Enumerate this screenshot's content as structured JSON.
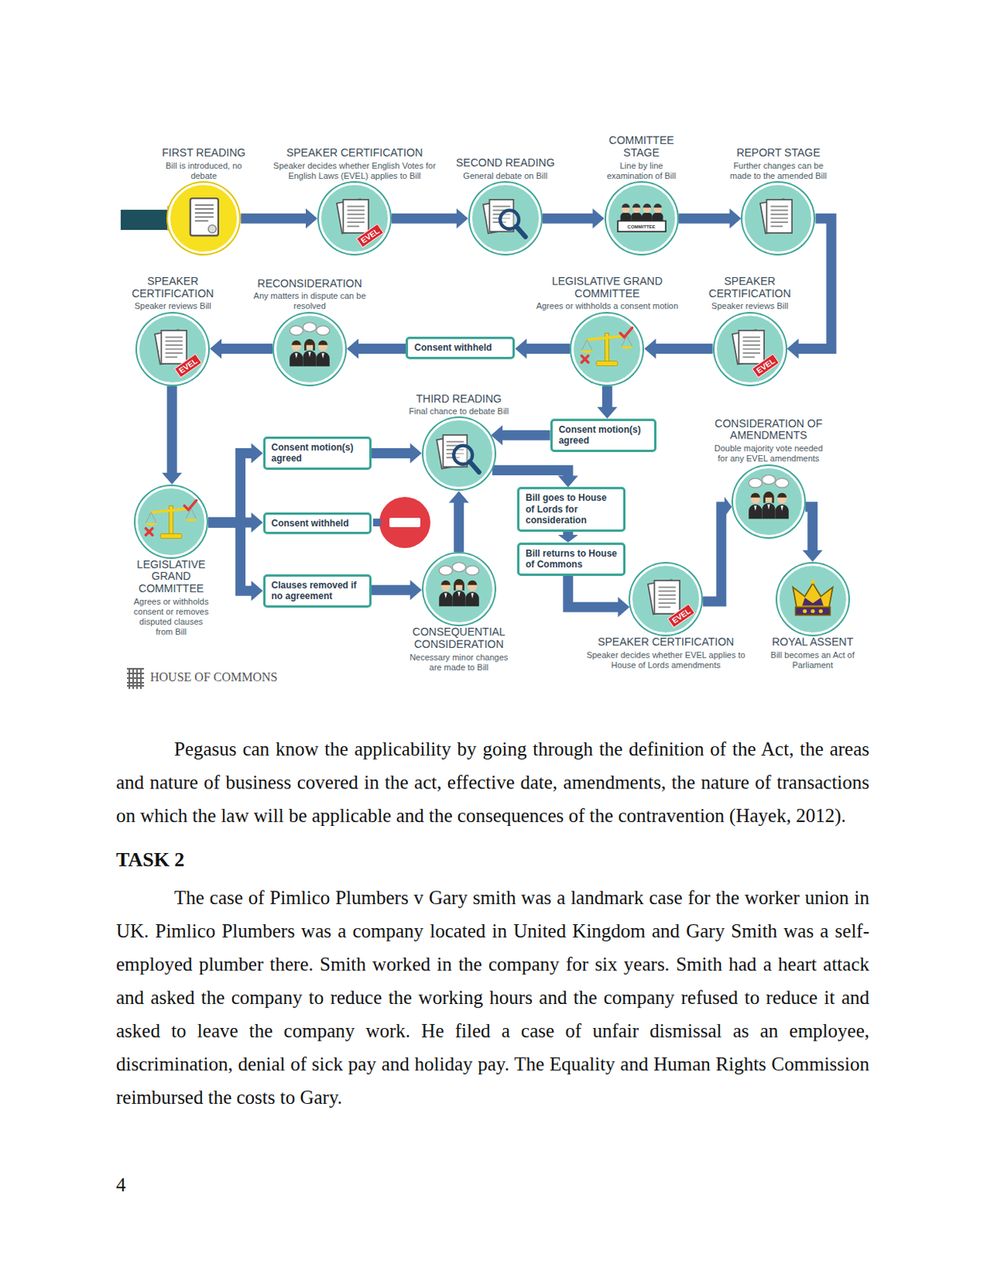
{
  "diagram": {
    "nodes": [
      {
        "text": [
          "FIRST READING",
          "Bill is introduced, no debate"
        ]
      },
      {
        "text": [
          "SPEAKER CERTIFICATION",
          "Speaker decides whether English Votes for English Laws (EVEL) applies to Bill"
        ]
      },
      {
        "text": [
          "SECOND READING",
          "General debate on Bill"
        ]
      },
      {
        "text": [
          "COMMITTEE STAGE",
          "Line by line examination of Bill"
        ]
      },
      {
        "text": [
          "REPORT STAGE",
          "Further changes can be made to the amended Bill"
        ]
      },
      {
        "text": [
          "SPEAKER CERTIFICATION",
          "Speaker reviews Bill"
        ]
      },
      {
        "text": [
          "RECONSIDERATION",
          "Any matters in dispute can be resolved"
        ]
      },
      {
        "text": [
          "Consent withheld"
        ]
      },
      {
        "text": [
          "LEGISLATIVE GRAND COMMITTEE",
          "Agrees or withholds a consent motion"
        ]
      },
      {
        "text": [
          "SPEAKER CERTIFICATION",
          "Speaker reviews Bill"
        ]
      },
      {
        "text": [
          "THIRD READING",
          "Final chance to debate Bill"
        ]
      },
      {
        "text": [
          "Consent motion(s) agreed"
        ]
      },
      {
        "text": [
          "CONSIDERATION OF AMENDMENTS",
          "Double majority vote needed for any EVEL amendments"
        ]
      },
      {
        "text": [
          "Consent motion(s) agreed"
        ]
      },
      {
        "text": [
          "Bill goes to House of Lords for consideration"
        ]
      },
      {
        "text": [
          "Consent withheld"
        ]
      },
      {
        "text": [
          "LEGISLATIVE GRAND COMMITTEE",
          "Agrees or withholds consent or removes disputed clauses from Bill"
        ]
      },
      {
        "text": [
          "Bill returns to House of Commons"
        ]
      },
      {
        "text": [
          "Clauses removed if no agreement"
        ]
      },
      {
        "text": [
          "CONSEQUENTIAL CONSIDERATION",
          "Necessary minor changes are made to Bill"
        ]
      },
      {
        "text": [
          "SPEAKER CERTIFICATION",
          "Speaker decides whether EVEL applies to House of Lords amendments"
        ]
      },
      {
        "text": [
          "ROYAL ASSENT",
          "Bill becomes an Act of Parliament"
        ]
      }
    ],
    "edges": [
      {
        "from": 0,
        "to": 1,
        "arrow": "to"
      },
      {
        "from": 1,
        "to": 2,
        "arrow": "to"
      },
      {
        "from": 2,
        "to": 3,
        "arrow": "to"
      },
      {
        "from": 3,
        "to": 4,
        "arrow": "to"
      },
      {
        "from": 4,
        "to": 9,
        "arrow": "to"
      },
      {
        "from": 9,
        "to": 8,
        "arrow": "to"
      },
      {
        "from": 8,
        "to": 7,
        "arrow": "to"
      },
      {
        "from": 7,
        "to": 6,
        "arrow": "to"
      },
      {
        "from": 6,
        "to": 5,
        "arrow": "to"
      },
      {
        "from": 5,
        "to": 16,
        "arrow": "to"
      },
      {
        "from": 8,
        "to": 11,
        "arrow": "to"
      },
      {
        "from": 11,
        "to": 10,
        "arrow": "to"
      },
      {
        "from": 16,
        "to": 13,
        "arrow": "to"
      },
      {
        "from": 16,
        "to": 15,
        "arrow": "to"
      },
      {
        "from": 16,
        "to": 18,
        "arrow": "to"
      },
      {
        "from": 13,
        "to": 10,
        "arrow": "to"
      },
      {
        "from": 18,
        "to": 19,
        "arrow": "to"
      },
      {
        "from": 19,
        "to": 10,
        "arrow": "to"
      },
      {
        "from": 10,
        "to": 14,
        "arrow": "to"
      },
      {
        "from": 14,
        "to": 17,
        "arrow": "to"
      },
      {
        "from": 17,
        "to": 20,
        "arrow": "to"
      },
      {
        "from": 20,
        "to": 12,
        "arrow": "to"
      },
      {
        "from": 12,
        "to": 21,
        "arrow": "to"
      }
    ],
    "labels": [
      "EVEL",
      "COMMITTEE",
      "EVEL",
      "EVEL",
      "HOUSE OF COMMONS",
      "EVEL",
      "Pegasus can know the applicability by going through the definition of the Act, the areas and nature of business covered in the act, effective date, amendments, the nature of transactions on which the law will be applicable and the consequences of the contravention (Hayek, 2012).",
      "TASK 2",
      "The case of Pimlico Plumbers v Gary smith was a landmark case for the worker union in UK. Pimlico Plumbers was a company located in United Kingdom and Gary Smith was a self-employed plumber there. Smith worked in the company for six years. Smith had a heart attack and asked the company to reduce the working hours and the company refused to reduce it and asked to leave the company work. He filed a case of unfair dismissal as an employee, discrimination, denial of sick pay and holiday pay. The Equality and Human Rights Commission reimbursed the costs to Gary.",
      "4"
    ]
  }
}
